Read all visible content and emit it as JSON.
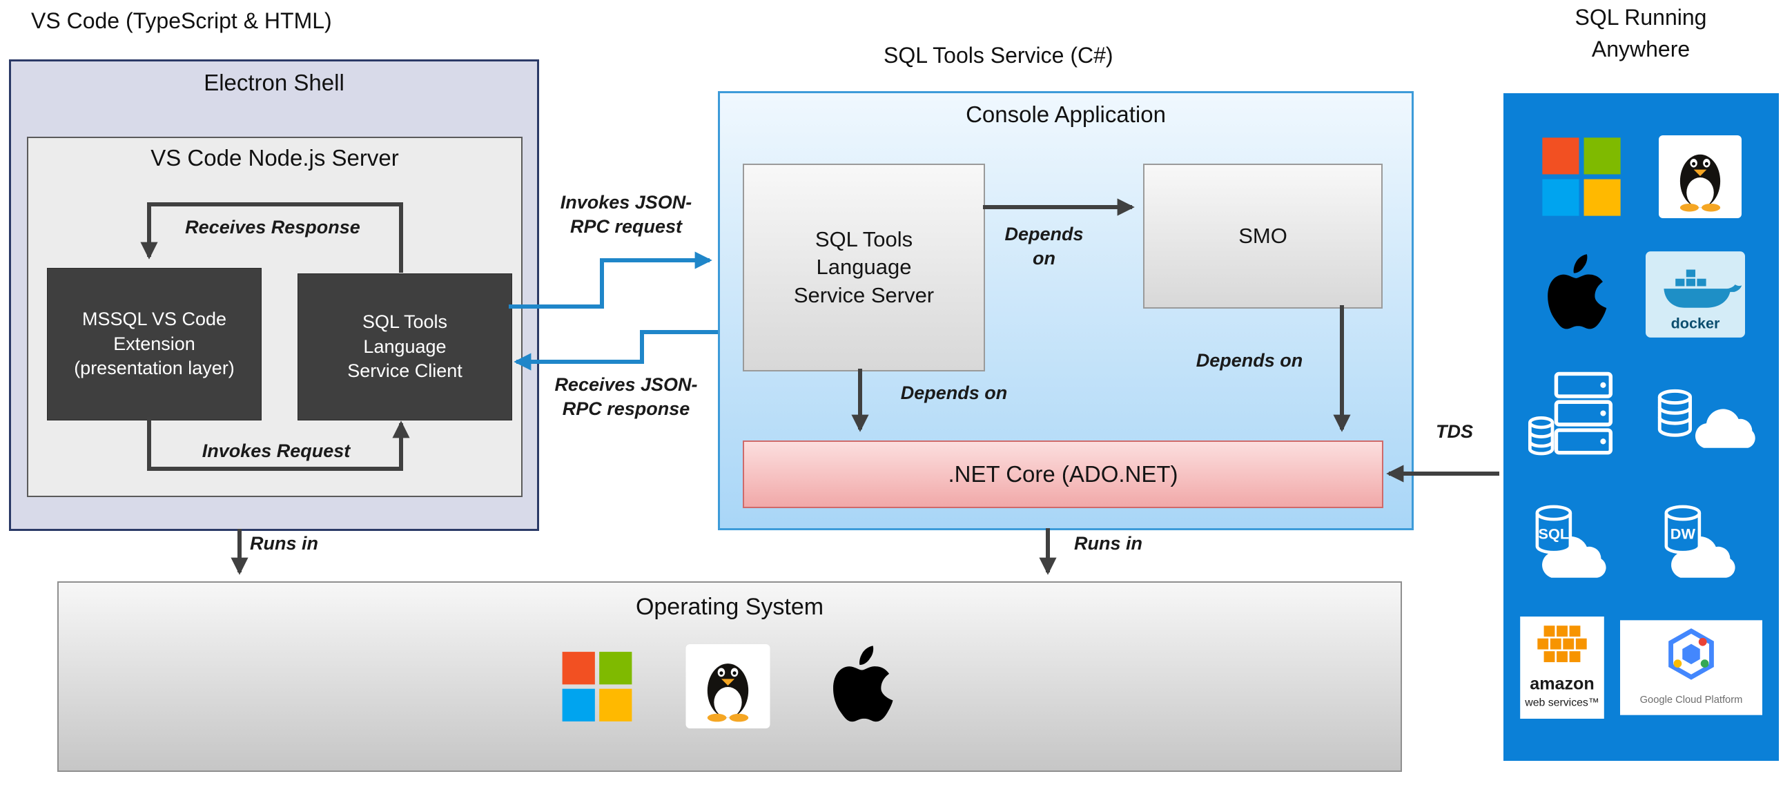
{
  "headers": {
    "vscode_title": "VS Code (TypeScript & HTML)",
    "sqltools_title": "SQL Tools Service (C#)",
    "anywhere_title_line1": "SQL Running",
    "anywhere_title_line2": "Anywhere"
  },
  "electron_shell": {
    "title": "Electron Shell",
    "node_server": {
      "title": "VS Code Node.js Server",
      "mssql_extension_label": "MSSQL VS Code Extension (presentation layer)",
      "service_client_label": "SQL Tools Language Service Client",
      "receives_response_label": "Receives Response",
      "invokes_request_label": "Invokes Request"
    }
  },
  "console_app": {
    "title": "Console Application",
    "service_server_label": "SQL Tools Language Service Server",
    "smo_label": "SMO",
    "netcore_label": ".NET Core (ADO.NET)",
    "depends_on_smo_label": "Depends on",
    "depends_on_server_label": "Depends on",
    "depends_on_right_label": "Depends on"
  },
  "rpc": {
    "invokes_label": "Invokes JSON-RPC request",
    "receives_label": "Receives JSON-RPC response"
  },
  "os": {
    "title": "Operating System"
  },
  "labels": {
    "runs_in_left": "Runs in",
    "runs_in_center": "Runs in",
    "tds": "TDS"
  },
  "anywhere_panel": {
    "docker_label": "docker",
    "sql_label": "SQL",
    "dw_label": "DW",
    "aws_line1": "amazon",
    "aws_line2": "web services™",
    "gcp_label": "Google Cloud Platform"
  },
  "colors": {
    "panel_blue": "#0b80d7",
    "arrow_gray": "#404040",
    "arrow_blue": "#1f86c9",
    "electron_fill": "#d8dae9",
    "electron_border": "#2b3a67",
    "console_border": "#3d9bd9",
    "netcore_fill": "#f6bcbc",
    "netcore_border": "#cf6a6a"
  }
}
